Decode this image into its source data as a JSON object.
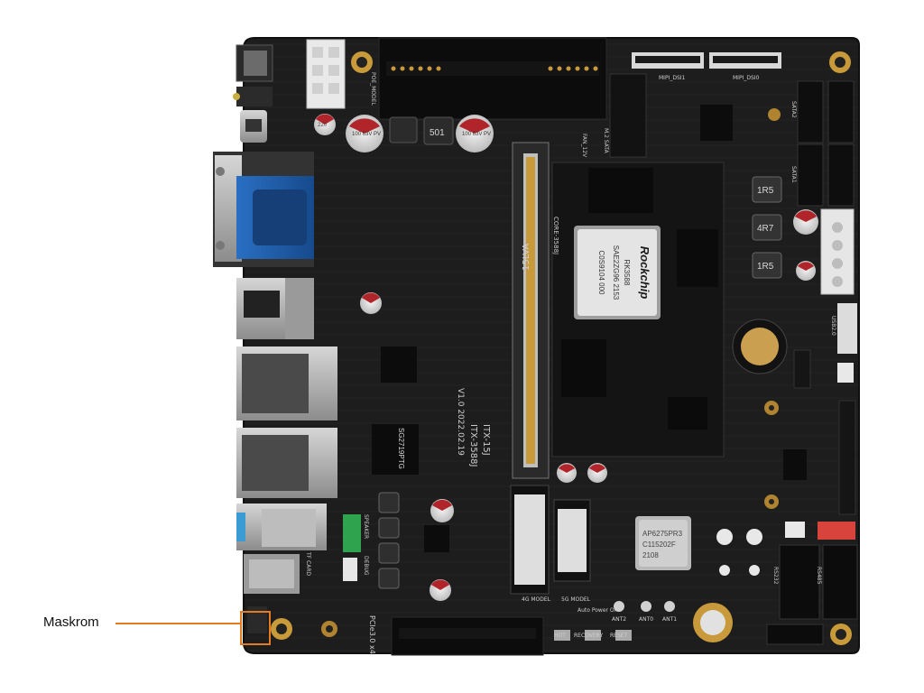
{
  "callout": {
    "label": "Maskrom"
  },
  "soc": {
    "brand": "Rockchip",
    "line1": "RK3588",
    "line2": "SAE2ZG96 2153",
    "line3": "C0S9104 000"
  },
  "board_silkscreen": {
    "model": "ITX-3588J",
    "series": "ITX-15J",
    "version": "V1.0 2022.02.19",
    "core_module": "CORE-3588J",
    "pcie": "PCIe3.0 x4",
    "switch_chip": "SG2719PTG",
    "wifi_chip_1": "AP6275PR3",
    "wifi_chip_2": "C115202F",
    "wifi_chip_3": "2108",
    "inductor_1": "501",
    "inductor_2": "1R5",
    "inductor_3": "4R7",
    "inductor_4": "1R5",
    "cap_1": "220",
    "cap_2": "100 63V PV",
    "cap_3": "100 63V PV",
    "slot_label": "15LVA"
  },
  "connector_labels": {
    "mipi_dsi1": "MIPI_DSI1",
    "mipi_dsi0": "MIPI_DSI0",
    "sata2": "SATA2",
    "sata1": "SATA1",
    "m2_sata": "M.2 SATA",
    "fan": "FAN_12V",
    "poe": "POE_MODEL",
    "model_4g": "4G MODEL",
    "model_5g": "5G MODEL",
    "ant2": "ANT2",
    "ant0": "ANT0",
    "ant1": "ANT1",
    "hot": "HOT",
    "recovery": "RECOVERY",
    "reset": "RESET",
    "rs232": "RS232",
    "rs485": "RS485",
    "usb2": "USB2.0",
    "speaker": "SPEAKER",
    "debug": "DEBUG",
    "tf_card": "TF CARD",
    "auto_power_on": "Auto Power On"
  },
  "colors": {
    "pcb": "#1c1c1c",
    "pcb_edge": "#0f0f0f",
    "vga_blue": "#1f5fae",
    "callout_orange": "#e67a20",
    "gold": "#c99a3a",
    "copper_red": "#b1252a"
  }
}
